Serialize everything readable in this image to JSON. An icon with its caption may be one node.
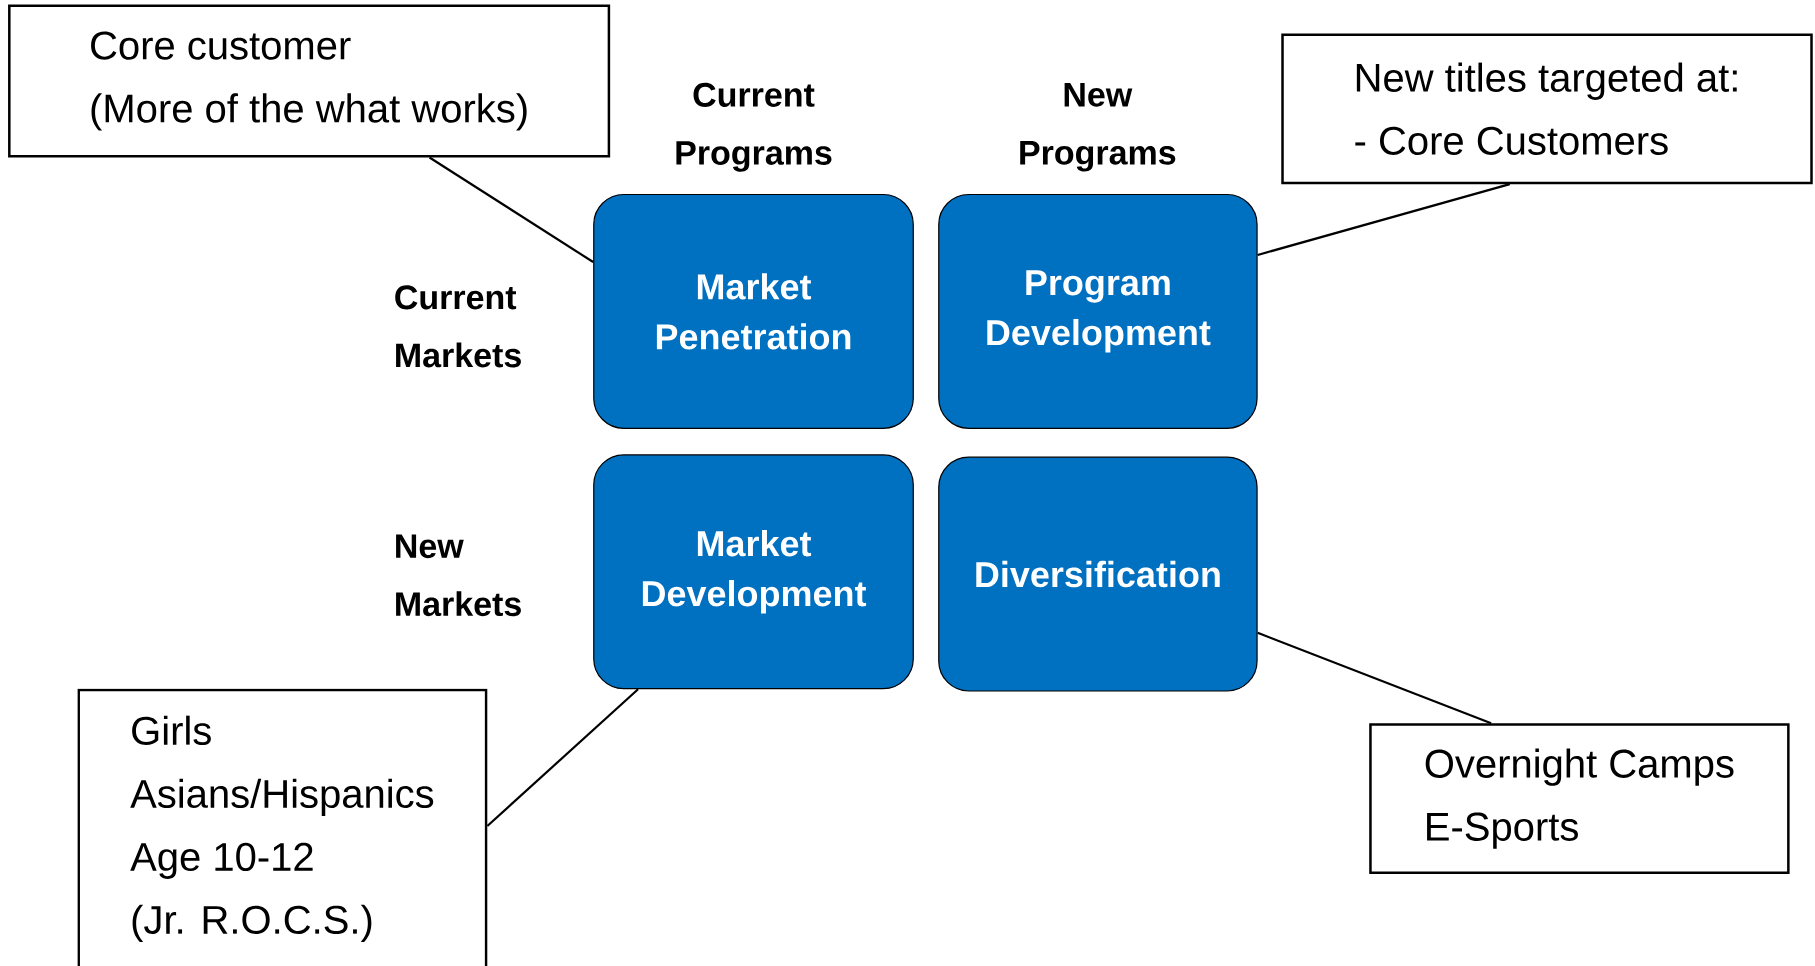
{
  "diagram": {
    "nodes": [
      {
        "text": [
          "Core customer",
          "(More of the what works)"
        ]
      },
      {
        "text": [
          "New titles targeted at:",
          "- Core Customers"
        ]
      },
      {
        "text": [
          "Market Penetration"
        ]
      },
      {
        "text": [
          "Program Development"
        ]
      },
      {
        "text": [
          "Market Development"
        ]
      },
      {
        "text": [
          "Diversification"
        ]
      },
      {
        "text": [
          "Girls",
          "Asians/Hispanics",
          "Age 10-12",
          "(Jr. R.O.C.S.)"
        ]
      },
      {
        "text": [
          "Overnight Camps",
          "E-Sports"
        ]
      }
    ],
    "edges": [
      {
        "from": 0,
        "to": 2,
        "arrow": "none"
      },
      {
        "from": 1,
        "to": 3,
        "arrow": "none"
      },
      {
        "from": 6,
        "to": 4,
        "arrow": "none"
      },
      {
        "from": 7,
        "to": 5,
        "arrow": "none"
      }
    ],
    "labels": [
      "Current Programs",
      "New Programs",
      "Current Markets",
      "New Markets"
    ]
  }
}
